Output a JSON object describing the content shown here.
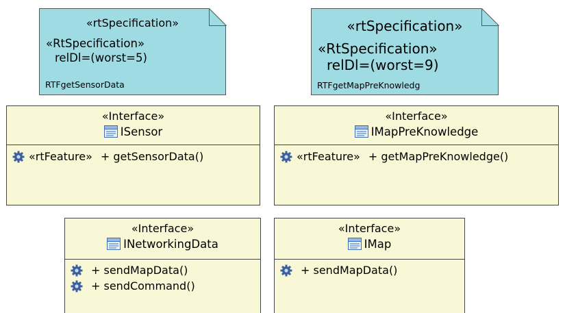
{
  "notes": [
    {
      "stereotype": "«rtSpecification»",
      "spec_line": "«RtSpecification»",
      "value_line": "relDl=(worst=5)",
      "footer": "RTFgetSensorData"
    },
    {
      "stereotype": "«rtSpecification»",
      "spec_line": "«RtSpecification»",
      "value_line": "relDl=(worst=9)",
      "footer": "RTFgetMapPreKnowledg"
    }
  ],
  "interfaces": [
    {
      "stereotype": "«Interface»",
      "name": "ISensor",
      "operations": [
        {
          "stereotype": "«rtFeature»",
          "signature": "+ getSensorData()"
        }
      ]
    },
    {
      "stereotype": "«Interface»",
      "name": "IMapPreKnowledge",
      "operations": [
        {
          "stereotype": "«rtFeature»",
          "signature": "+ getMapPreKnowledge()"
        }
      ]
    },
    {
      "stereotype": "«Interface»",
      "name": "INetworkingData",
      "operations": [
        {
          "signature": "+ sendMapData()"
        },
        {
          "signature": "+ sendCommand()"
        }
      ]
    },
    {
      "stereotype": "«Interface»",
      "name": "IMap",
      "operations": [
        {
          "signature": "+ sendMapData()"
        }
      ]
    }
  ],
  "colors": {
    "note_fill": "#9fdbe3",
    "interface_fill": "#f8f8d7",
    "border": "#444444"
  },
  "icons": {
    "interface": "interface-icon",
    "operation": "gear-icon"
  }
}
